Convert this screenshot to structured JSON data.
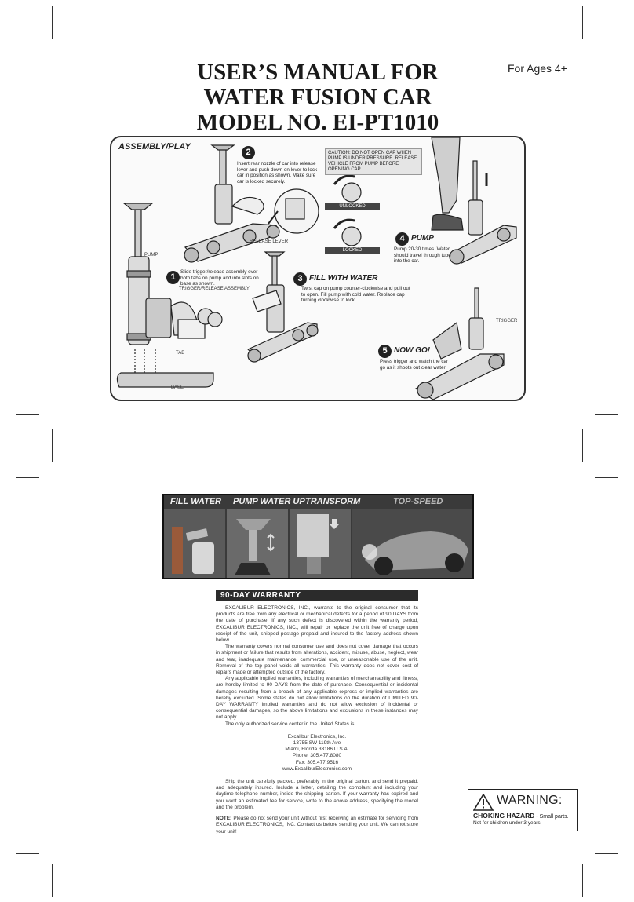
{
  "header": {
    "title_lines": [
      "USER’S MANUAL FOR",
      "WATER FUSION CAR",
      "MODEL NO. EI-PT1010"
    ],
    "ages": "For Ages 4+"
  },
  "assembly": {
    "title": "ASSEMBLY/PLAY",
    "caution": "CAUTION: DO NOT OPEN CAP WHEN PUMP IS UNDER PRESSURE. RELEASE VEHICLE FROM PUMP BEFORE OPENING CAP.",
    "labels": {
      "pump": "PUMP",
      "trigger_release": "TRIGGER/RELEASE ASSEMBLY",
      "tab": "TAB",
      "base": "BASE",
      "release_lever": "RELEASE LEVER",
      "unlocked": "UNLOCKED",
      "locked": "LOCKED",
      "trigger": "TRIGGER"
    },
    "steps": [
      {
        "num": "1",
        "title": "",
        "text": "Slide trigger/release assembly over both tabs on pump and into slots on base as shown."
      },
      {
        "num": "2",
        "title": "",
        "text": "Insert rear nozzle of car into release lever and push down on lever to lock car in position as shown. Make sure car is locked securely."
      },
      {
        "num": "3",
        "title": "FILL WITH WATER",
        "text": "Twist cap on pump counter-clockwise and pull out to open. Fill pump with cold water. Replace cap turning clockwise to lock."
      },
      {
        "num": "4",
        "title": "PUMP",
        "text": "Pump 20-30 times. Water should travel through tube into the car."
      },
      {
        "num": "5",
        "title": "NOW GO!",
        "text": "Press trigger and watch the car go as it shoots out clear water!"
      }
    ]
  },
  "banner": {
    "labels": [
      "FILL WATER",
      "PUMP WATER UP",
      "TRANSFORM",
      "TOP-SPEED"
    ]
  },
  "warranty": {
    "heading": "90-DAY WARRANTY",
    "paragraphs": [
      "EXCALIBUR ELECTRONICS, INC., warrants to the original consumer that its products are free from any electrical or mechanical defects for a period of 90 DAYS from the date of purchase. If any such defect is discovered within the warranty period, EXCALIBUR ELECTRONICS, INC., will repair or replace the unit free of charge upon receipt of the unit, shipped postage prepaid and insured to the factory address shown below.",
      "The warranty covers normal consumer use and does not cover damage that occurs in shipment or failure that results from alterations, accident, misuse, abuse, neglect, wear and tear, inadequate maintenance, commercial use, or unreasonable use of the unit. Removal of the top panel voids all warranties. This warranty does not cover cost of repairs made or attempted outside of the factory.",
      "Any applicable implied warranties, including warranties of merchantability and fitness, are hereby limited to 90 DAYS from the date of purchase. Consequential or incidental damages resulting from a breach of any applicable express or implied warranties are hereby excluded. Some states do not allow limitations on the duration of LIMITED 90-DAY WARRANTY implied warranties and do not allow exclusion of incidental or consequential damages, so the above limitations and exclusions in these instances may not apply.",
      "The only authorized service center in the United States is:"
    ],
    "address": [
      "Excalibur Electronics, Inc.",
      "13755 SW 119th Ave",
      "Miami, Florida 33186 U.S.A.",
      "Phone: 305.477.8080",
      "Fax: 305.477.9516",
      "www.ExcaliburElectronics.com"
    ],
    "shipping": "Ship the unit carefully packed, preferably in the original carton, and send it prepaid, and adequately insured. Include a letter, detailing the complaint and including your daytime telephone number, inside the shipping carton. If your warranty has expired and you want an estimated fee for service, write to the above address, specifying the model and the problem.",
    "note_label": "NOTE:",
    "note_text": " Please do not send your unit without first receiving an estimate for servicing from EXCALIBUR ELECTRONICS, INC. Contact us before sending your unit. We cannot store your unit!"
  },
  "warning": {
    "title": "WARNING:",
    "hazard": "CHOKING HAZARD",
    "small": " - Small parts.",
    "sub": "Not for children under 3 years."
  }
}
